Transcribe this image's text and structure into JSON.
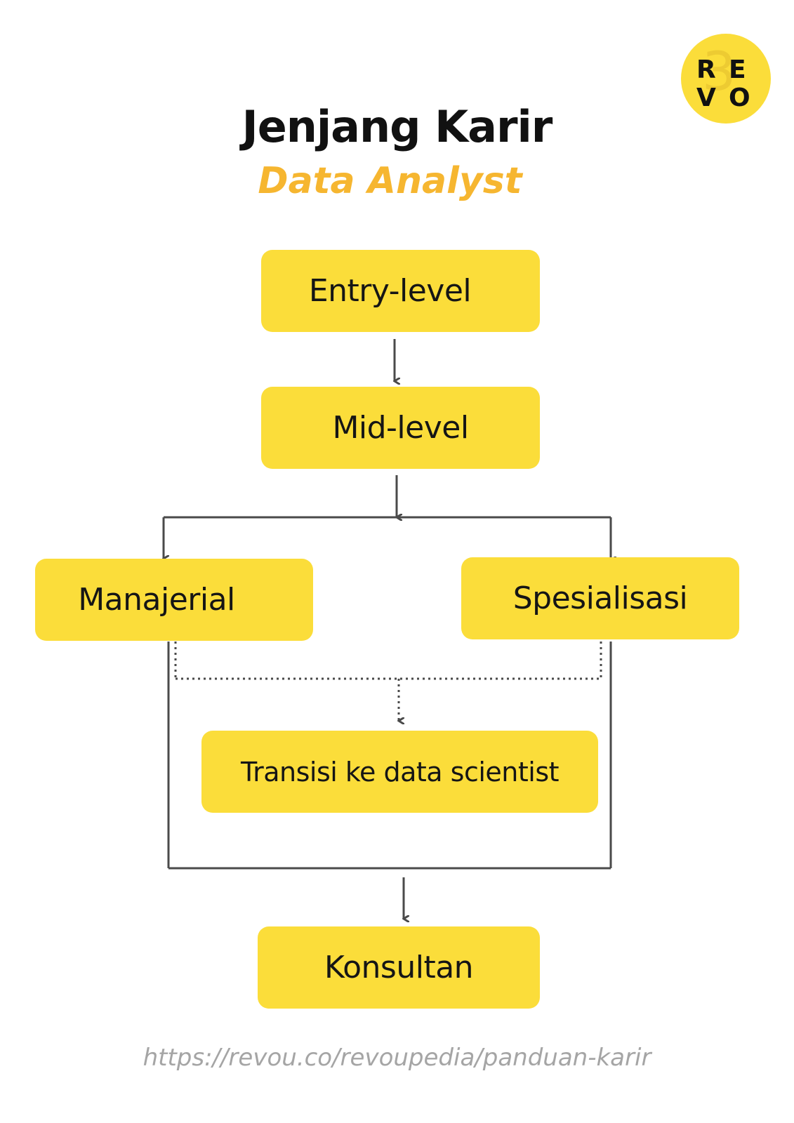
{
  "header": {
    "title": "Jenjang Karir",
    "subtitle": "Data Analyst"
  },
  "logo": {
    "letters": [
      "R",
      "E",
      "V",
      "O"
    ],
    "mark": "3"
  },
  "nodes": {
    "entry_level": "Entry-level",
    "mid_level": "Mid-level",
    "manajerial": "Manajerial",
    "spesialisasi": "Spesialisasi",
    "transisi": "Transisi ke data scientist",
    "konsultan": "Konsultan"
  },
  "footer": {
    "url": "https://revou.co/revoupedia/panduan-karir"
  },
  "colors": {
    "node_fill": "#fbdd3a",
    "subtitle": "#f6b630",
    "connector": "#4a4a4a",
    "url_text": "#a5a5a5"
  }
}
